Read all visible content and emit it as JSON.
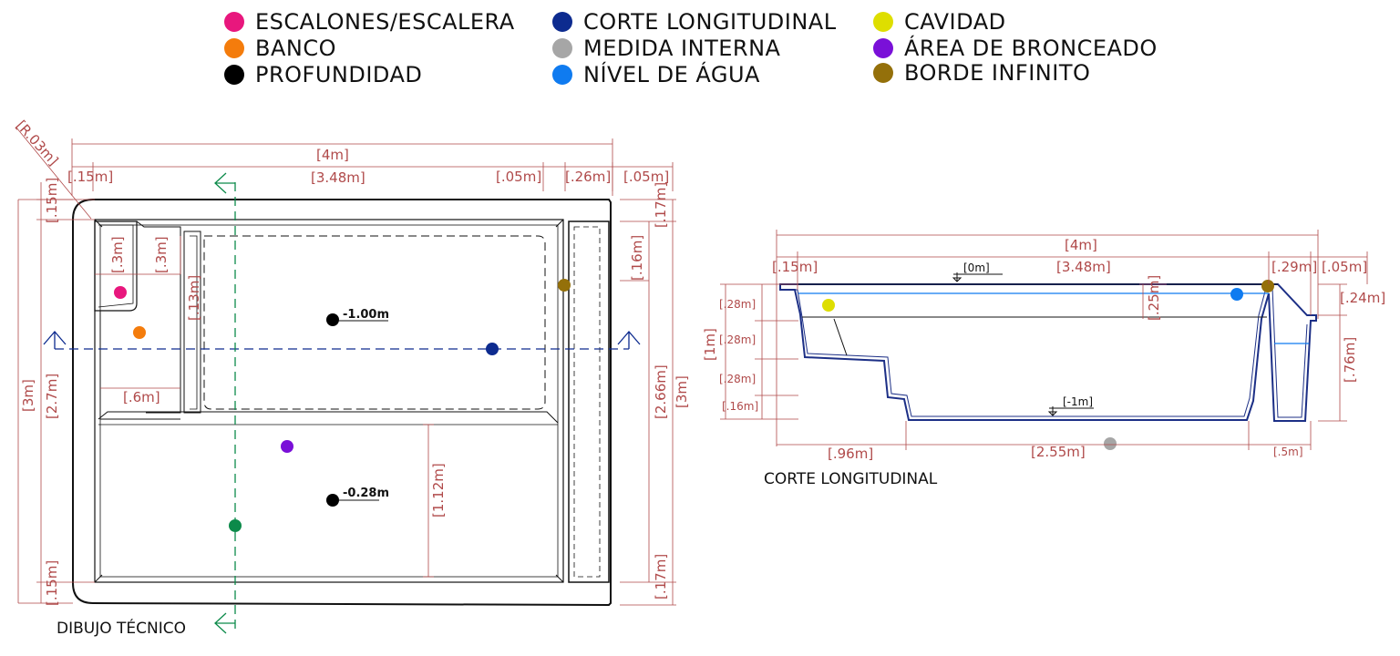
{
  "legend": [
    {
      "label": "ESCALONES/ESCALERA",
      "color": "#e8177d"
    },
    {
      "label": "BANCO",
      "color": "#f47c0c"
    },
    {
      "label": "PROFUNDIDAD",
      "color": "#000000"
    },
    {
      "label": "CORTE LONGITUDINAL",
      "color": "#0d2b8f"
    },
    {
      "label": "MEDIDA INTERNA",
      "color": "#a6a6a6"
    },
    {
      "label": "NÍVEL DE ÁGUA",
      "color": "#0f7bf0"
    },
    {
      "label": "CAVIDAD",
      "color": "#dede00"
    },
    {
      "label": "ÁREA DE BRONCEADO",
      "color": "#7a10d8"
    },
    {
      "label": "BORDE INFINITO",
      "color": "#94700a"
    }
  ],
  "plan": {
    "caption": "DIBUJO TÉCNICO",
    "radius": "[R.03m]",
    "dims": {
      "total_width": "[4m]",
      "left_margin": "[.15m]",
      "inner_width": "[3.48m]",
      "gap": "[.05m]",
      "infinity_width": "[.26m]",
      "right_margin": "[.05m]",
      "top_margin": "[.15m]",
      "step_height": "[.3m]",
      "step_width": "[.3m]",
      "bench_depth": "[.13m]",
      "bench_width": "[.6m]",
      "total_length": "[3m]",
      "inner_length": "[2.7m]",
      "bottom_margin": "[.15m]",
      "right_top": "[.17m]",
      "right_upper": "[.16m]",
      "right_inner": "[2.66m]",
      "right_total": "[3m]",
      "right_bottom": "[.17m]",
      "tanning_depth": "[1.12m]"
    },
    "levels": {
      "deep": "-1.00m",
      "shallow": "-0.28m"
    }
  },
  "section": {
    "caption": "CORTE LONGITUDINAL",
    "dims": {
      "total_width": "[4m]",
      "left_margin": "[.15m]",
      "inner_width": "[3.48m]",
      "infinity_width": "[.29m]",
      "right_margin": "[.05m]",
      "right_drop": "[.24m]",
      "step1": "[.28m]",
      "step2": "[.28m]",
      "step3": "[.28m]",
      "step4": "[.16m]",
      "total_depth": "[1m]",
      "shelf": "[.25m]",
      "channel_depth": "[.76m]",
      "stairs_length": "[.96m]",
      "floor_length": "[2.55m]",
      "channel_length": "[.5m]"
    },
    "levels": {
      "top": "[0m]",
      "floor": "[-1m]"
    }
  }
}
